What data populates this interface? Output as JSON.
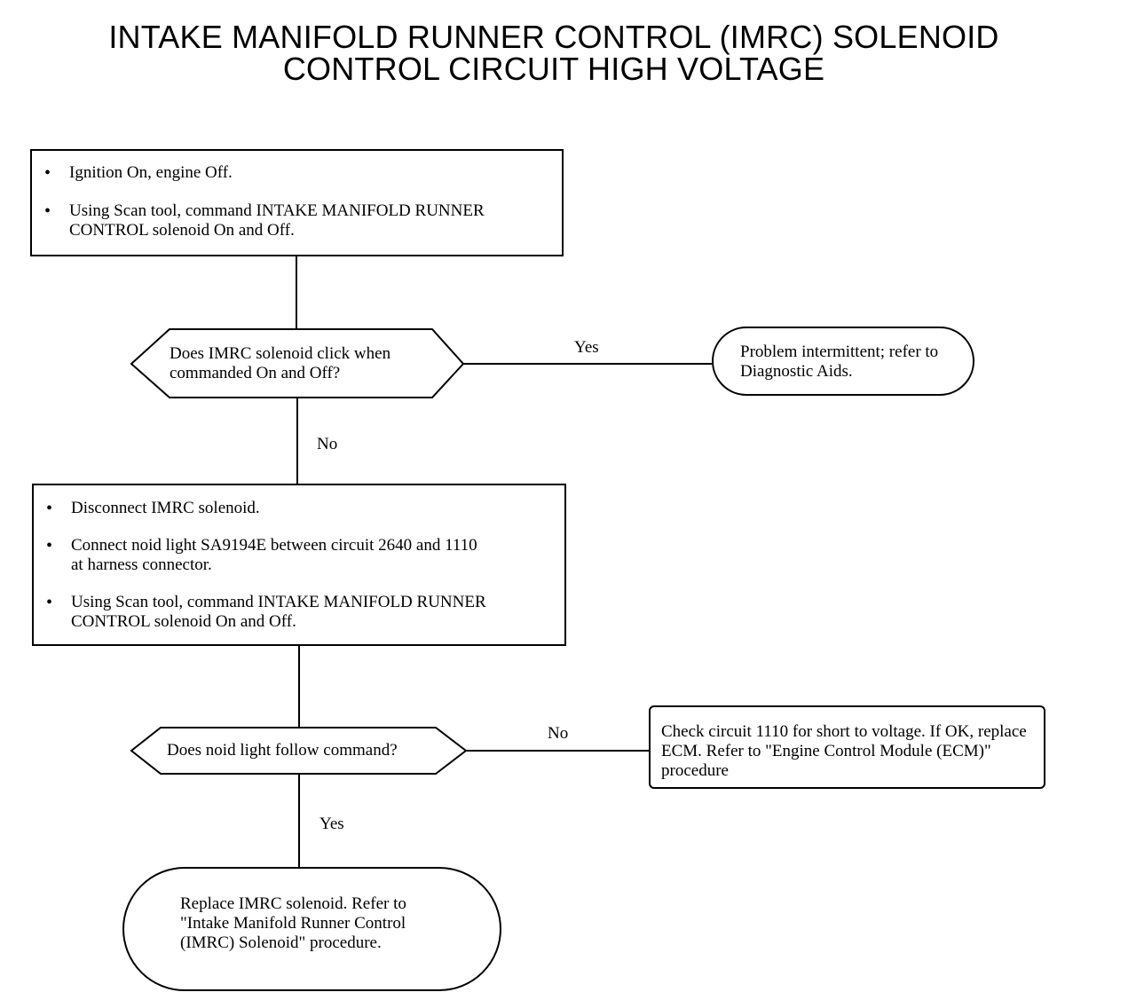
{
  "title": {
    "line1": "INTAKE MANIFOLD RUNNER CONTROL (IMRC) SOLENOID",
    "line2": "CONTROL CIRCUIT HIGH VOLTAGE"
  },
  "step1": {
    "items": [
      "Ignition On, engine Off.",
      "Using Scan tool, command INTAKE MANIFOLD RUNNER CONTROL solenoid On and Off."
    ]
  },
  "decision1": {
    "text": "Does IMRC solenoid click when commanded On and Off?",
    "yes_label": "Yes",
    "no_label": "No"
  },
  "result1": {
    "text": "Problem intermittent; refer to Diagnostic Aids."
  },
  "step2": {
    "items": [
      "Disconnect IMRC solenoid.",
      "Connect noid light SA9194E between circuit 2640 and 1110 at harness connector.",
      "Using Scan tool, command INTAKE MANIFOLD RUNNER CONTROL solenoid On and Off."
    ]
  },
  "decision2": {
    "text": "Does noid light follow command?",
    "no_label": "No",
    "yes_label": "Yes"
  },
  "result2": {
    "text": "Check circuit 1110 for short to voltage. If OK, replace ECM. Refer to \"Engine Control Module (ECM)\" procedure"
  },
  "result3": {
    "text": "Replace IMRC solenoid. Refer to \"Intake Manifold Runner Control (IMRC) Solenoid\" procedure."
  }
}
